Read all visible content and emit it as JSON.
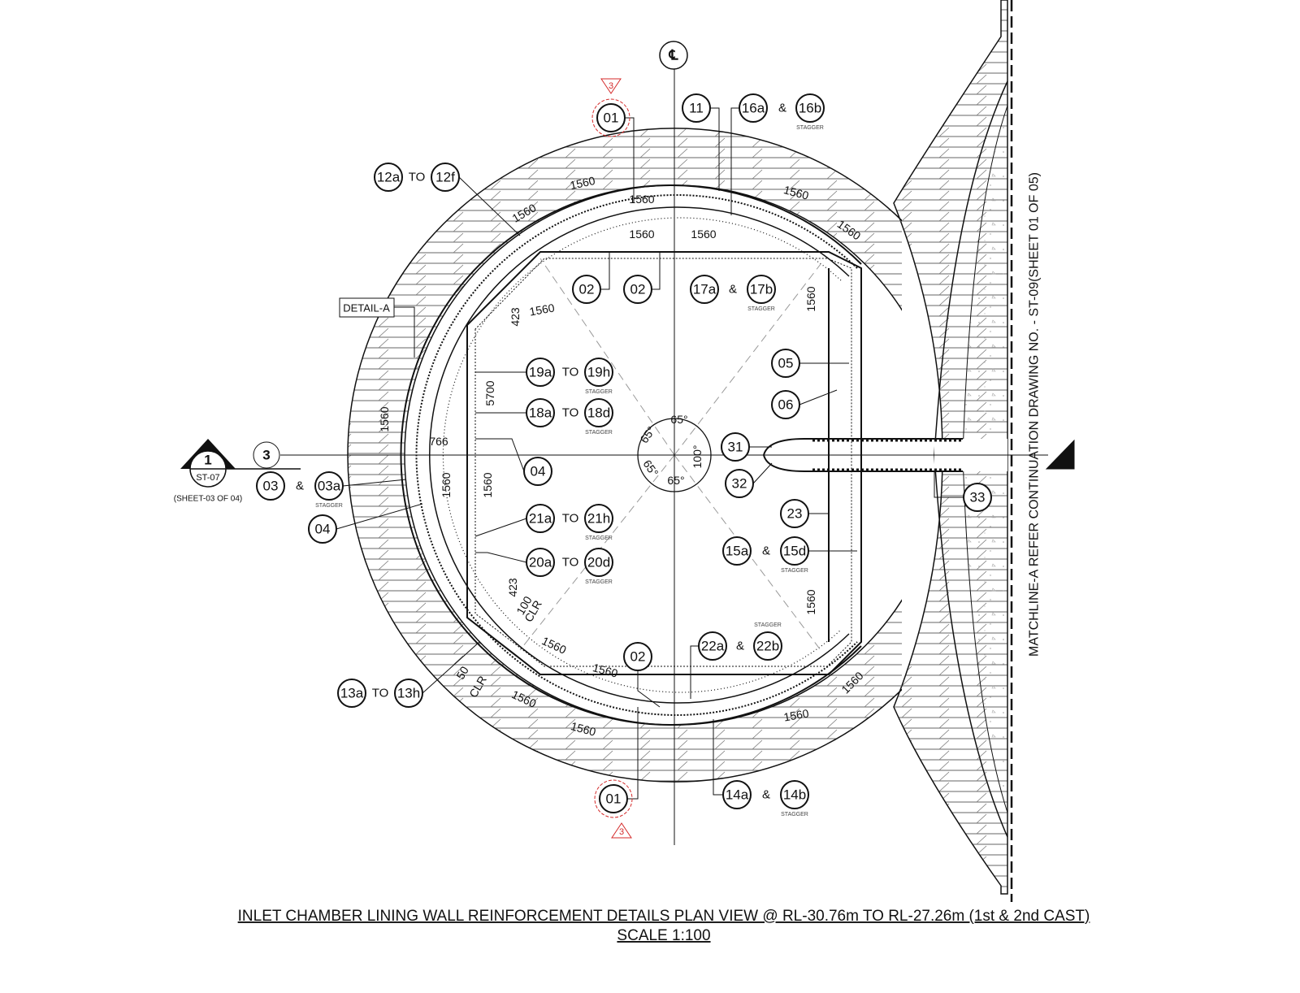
{
  "title": "INLET CHAMBER LINING WALL REINFORCEMENT DETAILS PLAN VIEW @ RL-30.76m TO RL-27.26m (1st & 2nd CAST)",
  "scale": "SCALE 1:100",
  "matchline_note": "MATCHLINE-A REFER CONTINUATION DRAWING NO. - ST-09(SHEET 01 OF 05)",
  "detail_label": "DETAIL-A",
  "centerline_symbol": "℄",
  "revision_tag": "3",
  "section_marker": {
    "number": "1",
    "sheet_ref": "ST-07",
    "sheet_note": "(SHEET-03 OF 04)",
    "grid": "3"
  },
  "connectors": {
    "and": "&",
    "to": "TO",
    "stagger": "STAGGER"
  },
  "bubbles": [
    "01",
    "11",
    "16a",
    "16b",
    "12a",
    "12f",
    "02",
    "02",
    "17a",
    "17b",
    "19a",
    "19h",
    "18a",
    "18d",
    "04",
    "21a",
    "21h",
    "20a",
    "20d",
    "05",
    "06",
    "31",
    "32",
    "23",
    "15a",
    "15d",
    "33",
    "03",
    "03a",
    "04",
    "02",
    "22a",
    "22b",
    "13a",
    "13h",
    "01",
    "14a",
    "14b"
  ],
  "dimensions": [
    "1560",
    "1560",
    "1560",
    "1560",
    "1560",
    "1560",
    "1560",
    "1560",
    "1560",
    "1560",
    "423",
    "5700",
    "766",
    "1560",
    "1560",
    "423",
    "100",
    "CLR",
    "50",
    "CLR",
    "1560",
    "1560",
    "1560",
    "1560",
    "1560",
    "1560",
    "1560",
    "65°",
    "65°",
    "65°",
    "65°",
    "100°"
  ],
  "colors": {
    "line": "#111111",
    "revision": "#d42a2a",
    "hatch": "#555555"
  }
}
